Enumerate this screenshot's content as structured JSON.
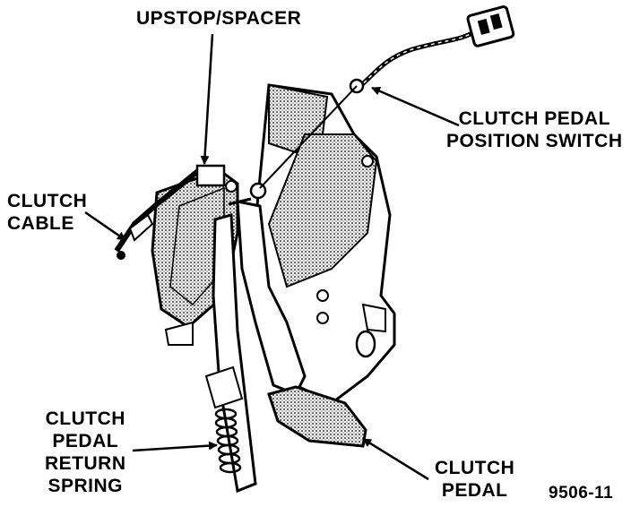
{
  "labels": {
    "upstop_spacer": "UPSTOP/SPACER",
    "clutch_cable": [
      "CLUTCH",
      "CABLE"
    ],
    "clutch_pedal_position_switch": [
      "CLUTCH PEDAL",
      "POSITION SWITCH"
    ],
    "clutch_pedal_return_spring": [
      "CLUTCH",
      "PEDAL",
      "RETURN",
      "SPRING"
    ],
    "clutch_pedal": [
      "CLUTCH",
      "PEDAL"
    ]
  },
  "figure_number": "9506-11",
  "colors": {
    "ink": "#000000",
    "paper": "#ffffff",
    "hatch": "#555555"
  }
}
